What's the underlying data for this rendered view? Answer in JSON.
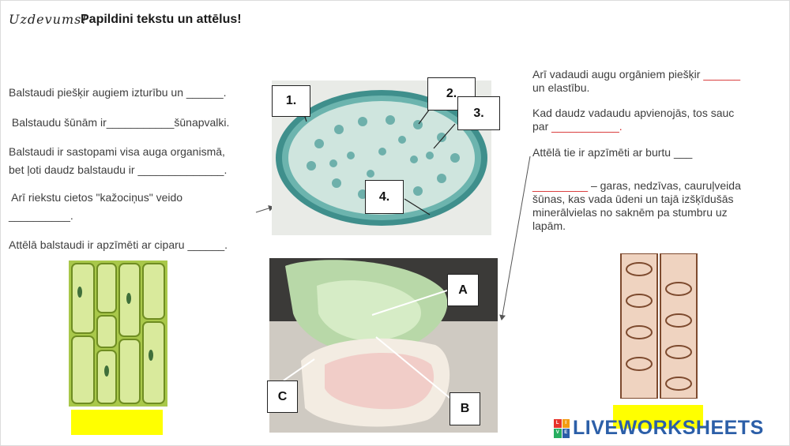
{
  "header": {
    "label": "Uzdevums!",
    "title": "Papildini tekstu un attēlus!"
  },
  "left_text": {
    "p1": "Balstaudi piešķir augiem izturību un ______.",
    "p2": " Balstaudu šūnām ir___________šūnapvalki.",
    "p3a": "Balstaudi ir sastopami visa auga organismā,",
    "p3b": "bet ļoti daudz balstaudu ir ______________.",
    "p4a": " Arī riekstu cietos \"kažociņus\" veido",
    "p4b": "__________.",
    "p5": "Attēlā balstaudi ir apzīmēti ar ciparu ______."
  },
  "right_text": {
    "p1a": "Arī vadaudi augu orgāniem piešķir",
    "p1blank": "______",
    "p1b": "un elastību.",
    "p2a": "Kad daudz vadaudu apvienojās, tos sauc",
    "p2b": "par",
    "p2blank": "___________.",
    "p3": "Attēlā tie ir apzīmēti ar burtu ___",
    "p4blank": "_________",
    "p4a": " – garas, nedzīvas, cauruļveida",
    "p4b": "šūnas, kas vada ūdeni un tajā izšķīdušās",
    "p4c": "minerālvielas no saknēm pa stumbru uz",
    "p4d": "lapām."
  },
  "cross_section_labels": [
    "1.",
    "2.",
    "3.",
    "4."
  ],
  "stem_labels": [
    "A",
    "B",
    "C"
  ],
  "logo": {
    "text": "LIVEWORKSHEETS",
    "mark": [
      "L",
      "I",
      "V",
      "E"
    ]
  },
  "colors": {
    "answer_highlight": "#ffff00",
    "blank_red": "#d62b2b",
    "logo_blue": "#2c5fa8"
  }
}
